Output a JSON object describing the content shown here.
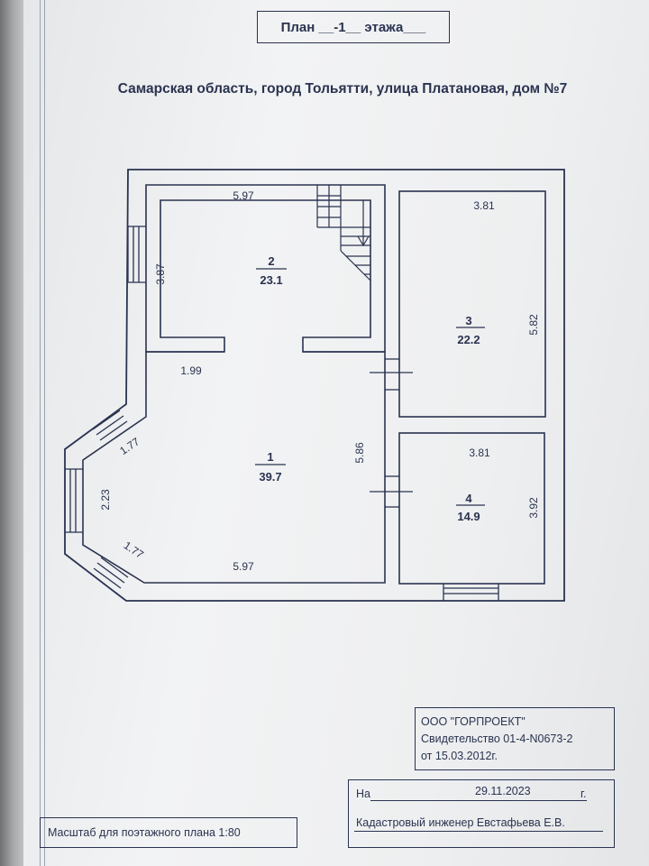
{
  "title_prefix": "План __",
  "title_floor": "-1",
  "title_suffix": "__ этажа___",
  "address": "Самарская область, город Тольятти, улица Платановая, дом №7",
  "rooms": [
    {
      "number": "1",
      "area": "39.7"
    },
    {
      "number": "2",
      "area": "23.1"
    },
    {
      "number": "3",
      "area": "22.2"
    },
    {
      "number": "4",
      "area": "14.9"
    }
  ],
  "dimensions": {
    "room2_top": "5.97",
    "room2_left": "3.87",
    "room1_gap": "1.99",
    "room1_right": "5.86",
    "room1_bottom": "5.97",
    "bay_upper": "1.77",
    "bay_side": "2.23",
    "bay_lower": "1.77",
    "room3_top": "3.81",
    "room3_right": "5.82",
    "room4_top": "3.81",
    "room4_right": "3.92"
  },
  "company": {
    "name": "ООО \"ГОРПРОЕКТ\"",
    "certificate": "Свидетельство 01-4-N0673-2",
    "cert_date": "от 15.03.2012г."
  },
  "signature": {
    "na": "На",
    "date": "29.11.2023",
    "g": "г.",
    "engineer": "Кадастровый инженер Евстафьева Е.В."
  },
  "scale": "Масштаб для поэтажного плана 1:80",
  "colors": {
    "ink": "#2a3350",
    "paper": "#eeeff0"
  }
}
